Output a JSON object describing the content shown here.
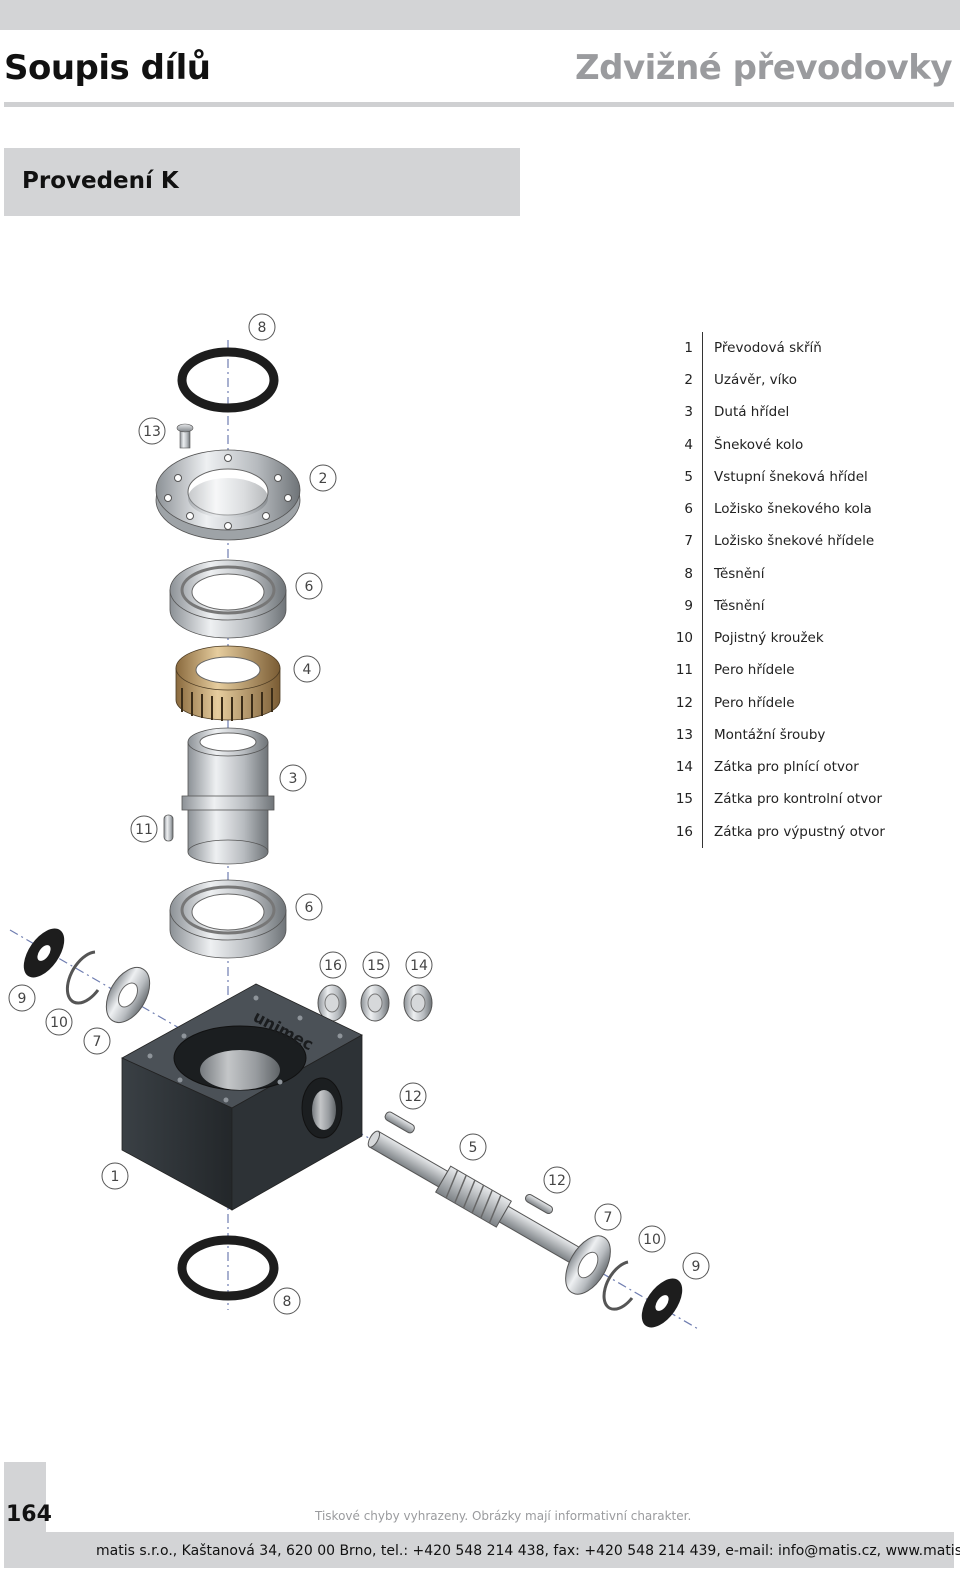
{
  "header": {
    "title_left": "Soupis dílů",
    "title_right": "Zdvižné převodovky"
  },
  "section": {
    "title": "Provedení K"
  },
  "parts": [
    {
      "num": "1",
      "name": "Převodová skříň"
    },
    {
      "num": "2",
      "name": "Uzávěr, víko"
    },
    {
      "num": "3",
      "name": "Dutá hřídel"
    },
    {
      "num": "4",
      "name": "Šnekové kolo"
    },
    {
      "num": "5",
      "name": "Vstupní šneková hřídel"
    },
    {
      "num": "6",
      "name": "Ložisko šnekového kola"
    },
    {
      "num": "7",
      "name": "Ložisko šnekové hřídele"
    },
    {
      "num": "8",
      "name": "Těsnění"
    },
    {
      "num": "9",
      "name": "Těsnění"
    },
    {
      "num": "10",
      "name": "Pojistný kroužek"
    },
    {
      "num": "11",
      "name": "Pero hřídele"
    },
    {
      "num": "12",
      "name": "Pero hřídele"
    },
    {
      "num": "13",
      "name": "Montážní šrouby"
    },
    {
      "num": "14",
      "name": "Zátka pro plnící otvor"
    },
    {
      "num": "15",
      "name": "Zátka pro kontrolní otvor"
    },
    {
      "num": "16",
      "name": "Zátka pro výpustný otvor"
    }
  ],
  "diagram": {
    "callouts": {
      "c8a": "8",
      "c13": "13",
      "c2": "2",
      "c6a": "6",
      "c4": "4",
      "c3": "3",
      "c11": "11",
      "c6b": "6",
      "c16": "16",
      "c15": "15",
      "c14": "14",
      "c9a": "9",
      "c10a": "10",
      "c7a": "7",
      "c12a": "12",
      "c5": "5",
      "c1": "1",
      "c12b": "12",
      "c7b": "7",
      "c10b": "10",
      "c9b": "9",
      "c8b": "8"
    },
    "brand_text": "unimec"
  },
  "footer": {
    "page_number": "164",
    "disclaimer": "Tiskové chyby vyhrazeny. Obrázky mají informativní charakter.",
    "address": "matis s.r.o., Kaštanová 34, 620 00 Brno, tel.: +420 548 214 438, fax: +420 548 214 439, e-mail: info@matis.cz, www.matis.cz"
  },
  "colors": {
    "gray_band": "#d3d4d6",
    "title_gray": "#9a9b9e",
    "housing": "#2f3438",
    "bronze": "#c9a877"
  }
}
